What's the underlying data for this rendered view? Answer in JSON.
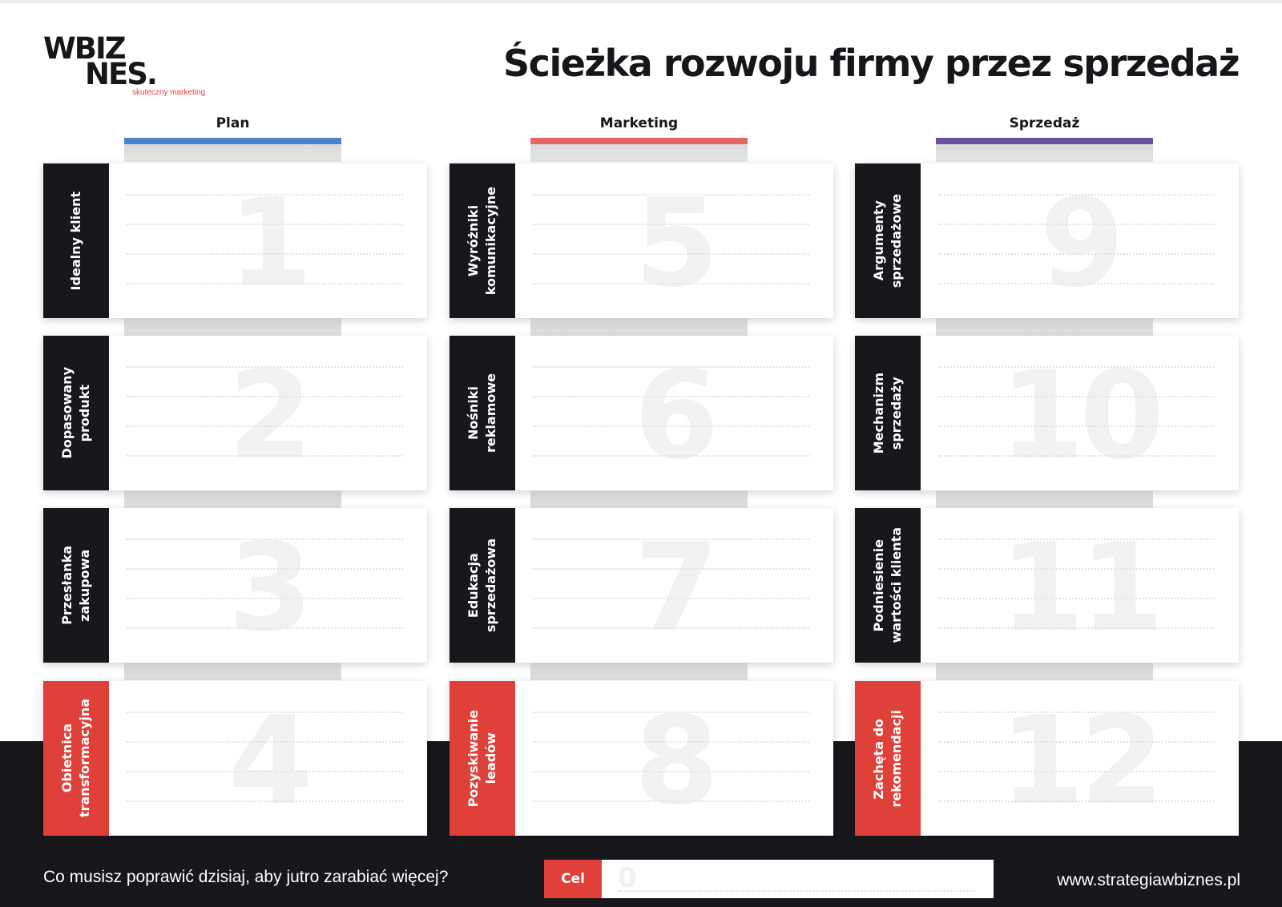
{
  "logo": {
    "line1": "WBIZ",
    "line2": "NES.",
    "subtitle": "skuteczny marketing"
  },
  "title": "Ścieżka rozwoju firmy przez sprzedaż",
  "columns": [
    {
      "label": "Plan",
      "color": "#4a84d0"
    },
    {
      "label": "Marketing",
      "color": "#e46663"
    },
    {
      "label": "Sprzedaż",
      "color": "#6a4f9e"
    }
  ],
  "cards": [
    {
      "number": "1",
      "label": "Idealny klient",
      "accent": false
    },
    {
      "number": "2",
      "label": "Dopasowany\nprodukt",
      "accent": false
    },
    {
      "number": "3",
      "label": "Przesłanka\nzakupowa",
      "accent": false
    },
    {
      "number": "4",
      "label": "Obietnica\ntransformacyjna",
      "accent": true
    },
    {
      "number": "5",
      "label": "Wyróżniki\nkomunikacyjne",
      "accent": false
    },
    {
      "number": "6",
      "label": "Nośniki\nreklamowe",
      "accent": false
    },
    {
      "number": "7",
      "label": "Edukacja\nsprzedażowa",
      "accent": false
    },
    {
      "number": "8",
      "label": "Pozyskiwanie\nleadów",
      "accent": true
    },
    {
      "number": "9",
      "label": "Argumenty\nsprzedażowe",
      "accent": false
    },
    {
      "number": "10",
      "label": "Mechanizm\nsprzedaży",
      "accent": false
    },
    {
      "number": "11",
      "label": "Podniesienie\nwartości klienta",
      "accent": false
    },
    {
      "number": "12",
      "label": "Zachęta do\nrekomendacji",
      "accent": true
    }
  ],
  "footer": {
    "question": "Co musisz poprawić dzisiaj, aby jutro zarabiać więcej?",
    "goal_label": "Cel",
    "goal_ghost": "0",
    "website": "www.strategiawbiznes.pl"
  },
  "colors": {
    "dark": "#17181c",
    "accent": "#e0403a"
  }
}
